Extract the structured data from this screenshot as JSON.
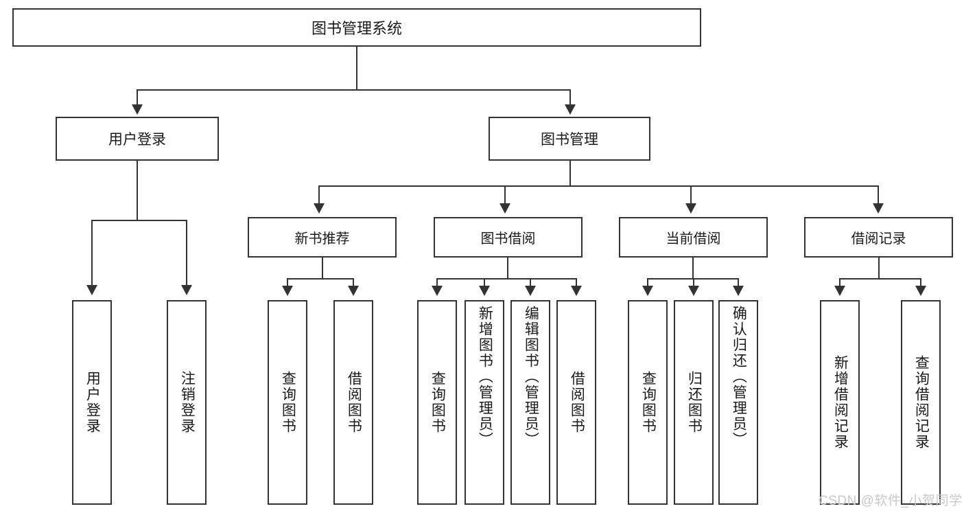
{
  "diagram": {
    "title": "图书管理系统",
    "type": "hierarchy-tree",
    "root": {
      "label": "图书管理系统",
      "children": [
        {
          "label": "用户登录",
          "children": [
            {
              "label": "用户登录"
            },
            {
              "label": "注销登录"
            }
          ]
        },
        {
          "label": "图书管理",
          "children": [
            {
              "label": "新书推荐",
              "children": [
                {
                  "label": "查询图书"
                },
                {
                  "label": "借阅图书"
                }
              ]
            },
            {
              "label": "图书借阅",
              "children": [
                {
                  "label": "查询图书"
                },
                {
                  "label": "新增图书（管理员）"
                },
                {
                  "label": "编辑图书（管理员）"
                },
                {
                  "label": "借阅图书"
                }
              ]
            },
            {
              "label": "当前借阅",
              "children": [
                {
                  "label": "查询图书"
                },
                {
                  "label": "归还图书"
                },
                {
                  "label": "确认归还（管理员）"
                }
              ]
            },
            {
              "label": "借阅记录",
              "children": [
                {
                  "label": "新增借阅记录"
                },
                {
                  "label": "查询借阅记录"
                }
              ]
            }
          ]
        }
      ]
    }
  },
  "nodes": {
    "root": "图书管理系统",
    "user_login": "用户登录",
    "book_manage": "图书管理",
    "new_book_rec": "新书推荐",
    "book_borrow": "图书借阅",
    "current_borrow": "当前借阅",
    "borrow_record": "借阅记录"
  },
  "leaves": {
    "l1": "用户登录",
    "l2": "注销登录",
    "l3": "查询图书",
    "l4": "借阅图书",
    "l5": "查询图书",
    "l6": "新增图书（管理员）",
    "l7": "编辑图书（管理员）",
    "l8": "借阅图书",
    "l9": "查询图书",
    "l10": "归还图书",
    "l11": "确认归还（管理员）",
    "l12": "新增借阅记录",
    "l13": "查询借阅记录"
  },
  "watermark": {
    "text": "CSDN @软件_小贺同学",
    "color": "#c9c9c9"
  },
  "colors": {
    "stroke": "#333333",
    "fill": "#ffffff",
    "text": "#1a1a1a"
  }
}
